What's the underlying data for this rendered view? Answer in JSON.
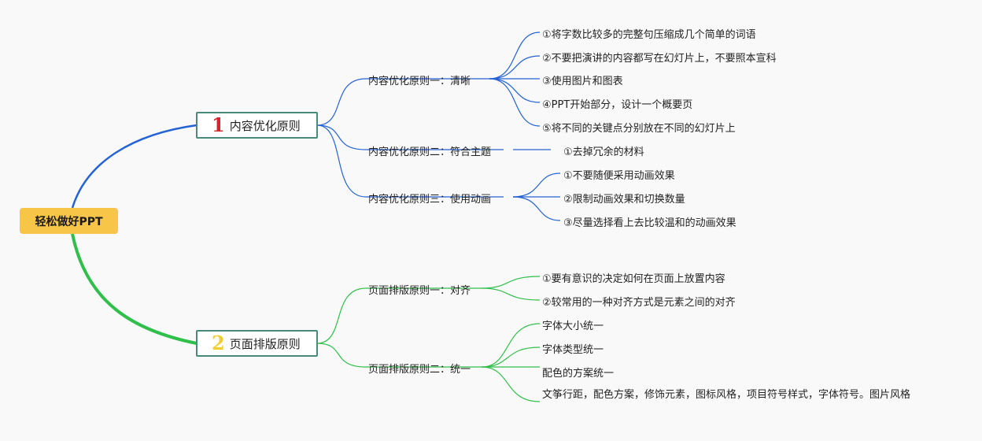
{
  "root": {
    "label": "轻松做好PPT"
  },
  "branch1": {
    "number": "1",
    "number_color": "#d9212f",
    "label": "内容优化原则",
    "line_color": "#2563d4",
    "sub1": {
      "label": "内容优化原则一：清晰",
      "items": [
        "①将字数比较多的完整句压缩成几个简单的词语",
        "②不要把演讲的内容都写在幻灯片上，不要照本宣科",
        "③使用图片和图表",
        "④PPT开始部分，设计一个概要页",
        "⑤将不同的关键点分别放在不同的幻灯片上"
      ]
    },
    "sub2": {
      "label": "内容优化原则二：符合主题",
      "items": [
        "①去掉冗余的材料"
      ]
    },
    "sub3": {
      "label": "内容优化原则三：使用动画",
      "items": [
        "①不要随便采用动画效果",
        "②限制动画效果和切换数量",
        "③尽量选择看上去比较温和的动画效果"
      ]
    }
  },
  "branch2": {
    "number": "2",
    "number_color": "#f2cf2e",
    "label": "页面排版原则",
    "line_color": "#2fbf4a",
    "sub1": {
      "label": "页面排版原则一：对齐",
      "items": [
        "①要有意识的决定如何在页面上放置内容",
        "②较常用的一种对齐方式是元素之间的对齐"
      ]
    },
    "sub2": {
      "label": "页面排版原则二：统一",
      "items": [
        "字体大小统一",
        "字体类型统一",
        "配色的方案统一",
        "文筝行距，配色方案，修饰元素，图标风格，项目符号样式，字体符号。图片风格"
      ]
    }
  }
}
